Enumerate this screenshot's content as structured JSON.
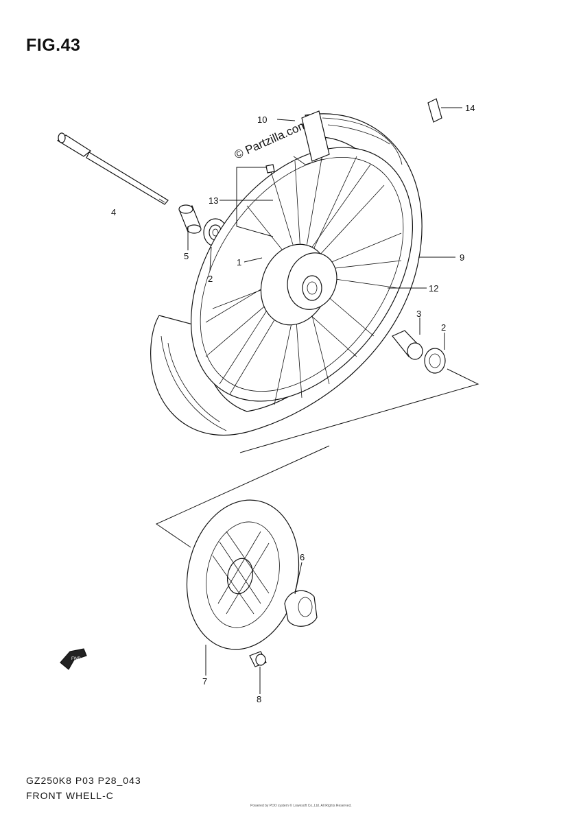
{
  "figure": {
    "title": "FIG.43",
    "model_code": "GZ250K8 P03 P28_043",
    "assembly_name": "FRONT WHELL-C",
    "watermark": "© Partzilla.com",
    "footnote": "Powered by PDO system © Lowesoft Co.,Ltd. All Rights Reserved."
  },
  "callouts": [
    {
      "id": "1",
      "label": "1"
    },
    {
      "id": "2a",
      "label": "2"
    },
    {
      "id": "2b",
      "label": "2"
    },
    {
      "id": "3",
      "label": "3"
    },
    {
      "id": "4",
      "label": "4"
    },
    {
      "id": "5",
      "label": "5"
    },
    {
      "id": "6",
      "label": "6"
    },
    {
      "id": "7",
      "label": "7"
    },
    {
      "id": "8",
      "label": "8"
    },
    {
      "id": "9",
      "label": "9"
    },
    {
      "id": "10",
      "label": "10"
    },
    {
      "id": "12",
      "label": "12"
    },
    {
      "id": "13",
      "label": "13"
    },
    {
      "id": "14",
      "label": "14"
    }
  ],
  "fwd_arrow": {
    "label": "FWD"
  }
}
